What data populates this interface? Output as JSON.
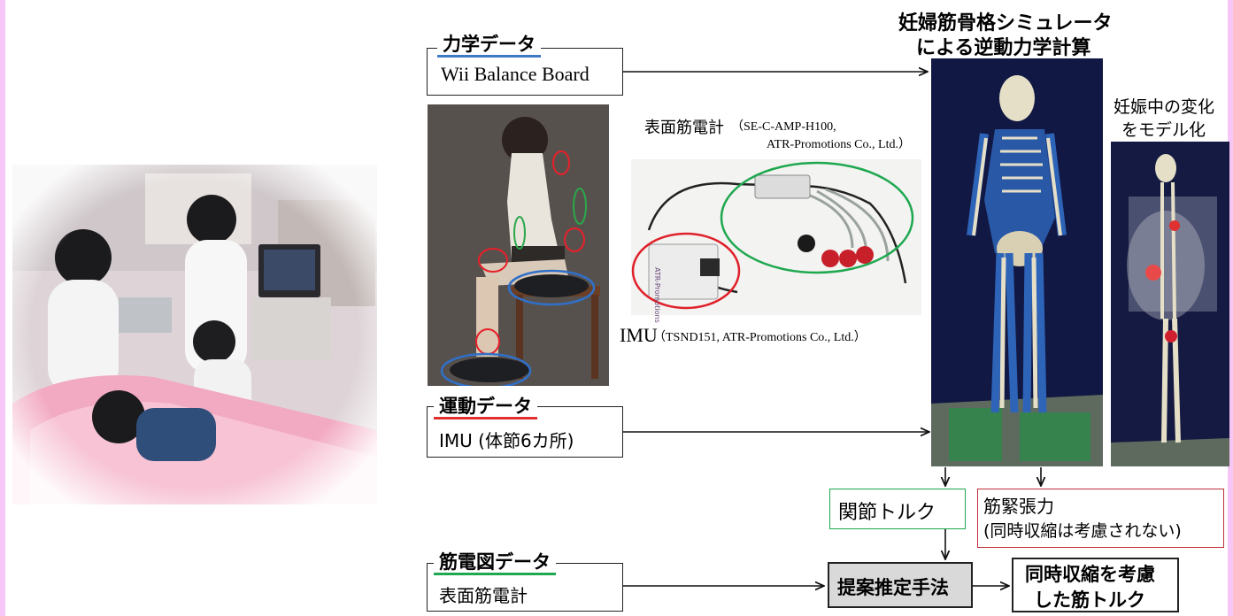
{
  "sim": {
    "title_line1": "妊婦筋骨格シミュレータ",
    "title_line2": "による逆動力学計算",
    "preg_line1": "妊娠中の変化",
    "preg_line2": "をモデル化"
  },
  "mech": {
    "label": "力学データ",
    "content": "Wii Balance Board"
  },
  "motion": {
    "label": "運動データ",
    "content": "IMU (体節6カ所)"
  },
  "emg": {
    "label": "筋電図データ",
    "content": "表面筋電計"
  },
  "sensor": {
    "emg_name": "表面筋電計",
    "emg_spec_line1": "（SE-C-AMP-H100,",
    "emg_spec_line2": "ATR-Promotions Co., Ltd.）",
    "imu_name": "IMU",
    "imu_spec": "（TSND151, ATR-Promotions Co., Ltd.）",
    "device_brand": "ATR-Promotions"
  },
  "outputs": {
    "joint_torque": "関節トルク",
    "muscle_tension_line1": "筋緊張力",
    "muscle_tension_line2": "(同時収縮は考慮されない)",
    "proposed": "提案推定手法",
    "result_line1": "同時収縮を考慮",
    "result_line2": "した筋トルク"
  },
  "colors": {
    "frame": "#f6c6f6",
    "mech_underline": "#3f78c4",
    "motion_underline": "#e03030",
    "emg_underline": "#1ea84f",
    "joint_border": "#1ea84f",
    "tension_border": "#c0303a",
    "proposed_bg": "#d9d9d9"
  }
}
